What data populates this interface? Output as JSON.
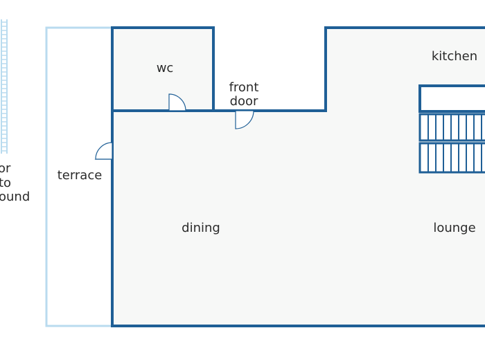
{
  "plan": {
    "rooms": {
      "wc": "wc",
      "front_door_line1": "front",
      "front_door_line2": "door",
      "kitchen": "kitchen",
      "terrace": "terrace",
      "dining": "dining",
      "lounge": "lounge",
      "side_line1": "or",
      "side_line2": "to",
      "side_line3": "ound"
    },
    "colors": {
      "wall": "#1f5f96",
      "light_wall": "#b9dbef",
      "floor": "#f7f8f7"
    }
  }
}
